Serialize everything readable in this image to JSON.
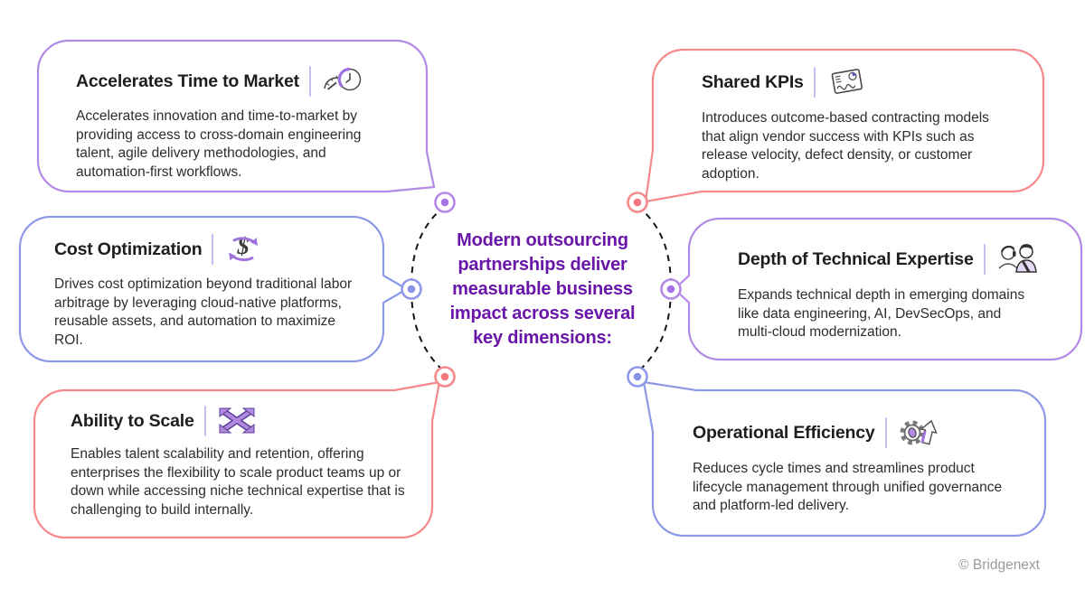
{
  "center": {
    "text": "Modern outsourcing partnerships deliver measurable business impact across several key dimensions:",
    "lines": [
      "Modern outsourcing",
      "partnerships deliver",
      "measurable business",
      "impact across several",
      "key dimensions:"
    ],
    "text_color": "#6a16a8"
  },
  "colors": {
    "purple": "#b38ae6",
    "blue": "#8e99e8",
    "red": "#f5898c",
    "purple_dot": "#a873e6",
    "blue_dot": "#8791e8",
    "red_dot": "#f1787c",
    "divider": "#cbbcf0",
    "dash": "#141414",
    "title_text": "#1e1e1e",
    "body_text": "#2d2d2d",
    "footer_text": "#9a9a9a",
    "white": "#ffffff"
  },
  "cards": [
    {
      "id": "accelerates-time-to-market",
      "title": "Accelerates Time to Market",
      "body": "Accelerates innovation and time-to-market by providing access to cross-domain engineering talent, agile delivery methodologies, and automation-first workflows.",
      "icon": "speedometer-clock-icon",
      "border_color": "#b38ae6"
    },
    {
      "id": "cost-optimization",
      "title": "Cost Optimization",
      "body": "Drives cost optimization beyond traditional labor arbitrage by leveraging cloud-native platforms, reusable assets, and automation to maximize ROI.",
      "icon": "dollar-cycle-icon",
      "border_color": "#8e99e8"
    },
    {
      "id": "ability-to-scale",
      "title": "Ability to Scale",
      "body": "Enables talent scalability and retention, offering enterprises the flexibility to scale product teams up or down while accessing niche technical expertise that is challenging to build internally.",
      "icon": "scale-arrows-icon",
      "border_color": "#f5898c"
    },
    {
      "id": "shared-kpis",
      "title": "Shared KPIs",
      "body": "Introduces outcome-based contracting models that align vendor success with KPIs such as release velocity, defect density, or customer adoption.",
      "icon": "kpi-dashboard-icon",
      "border_color": "#f5898c"
    },
    {
      "id": "depth-of-technical-expertise",
      "title": "Depth of Technical Expertise",
      "body": "Expands technical depth in emerging domains like data engineering, AI, DevSecOps, and multi-cloud modernization.",
      "icon": "people-expertise-icon",
      "border_color": "#b38ae6"
    },
    {
      "id": "operational-efficiency",
      "title": "Operational Efficiency",
      "body": "Reduces cycle times and streamlines product lifecycle management through unified governance and platform-led delivery.",
      "icon": "gear-arrow-icon",
      "border_color": "#8e99e8"
    }
  ],
  "nodes": [
    {
      "position": "top-left",
      "ring": "#b38ae6",
      "dot": "#a873e6"
    },
    {
      "position": "top-right",
      "ring": "#f5898c",
      "dot": "#f1787c"
    },
    {
      "position": "mid-left",
      "ring": "#8e99e8",
      "dot": "#8791e8"
    },
    {
      "position": "mid-right",
      "ring": "#b38ae6",
      "dot": "#a873e6"
    },
    {
      "position": "bottom-left",
      "ring": "#f5898c",
      "dot": "#f1787c"
    },
    {
      "position": "bottom-right",
      "ring": "#8e99e8",
      "dot": "#8791e8"
    }
  ],
  "footer": {
    "copyright": "© Bridgenext"
  }
}
